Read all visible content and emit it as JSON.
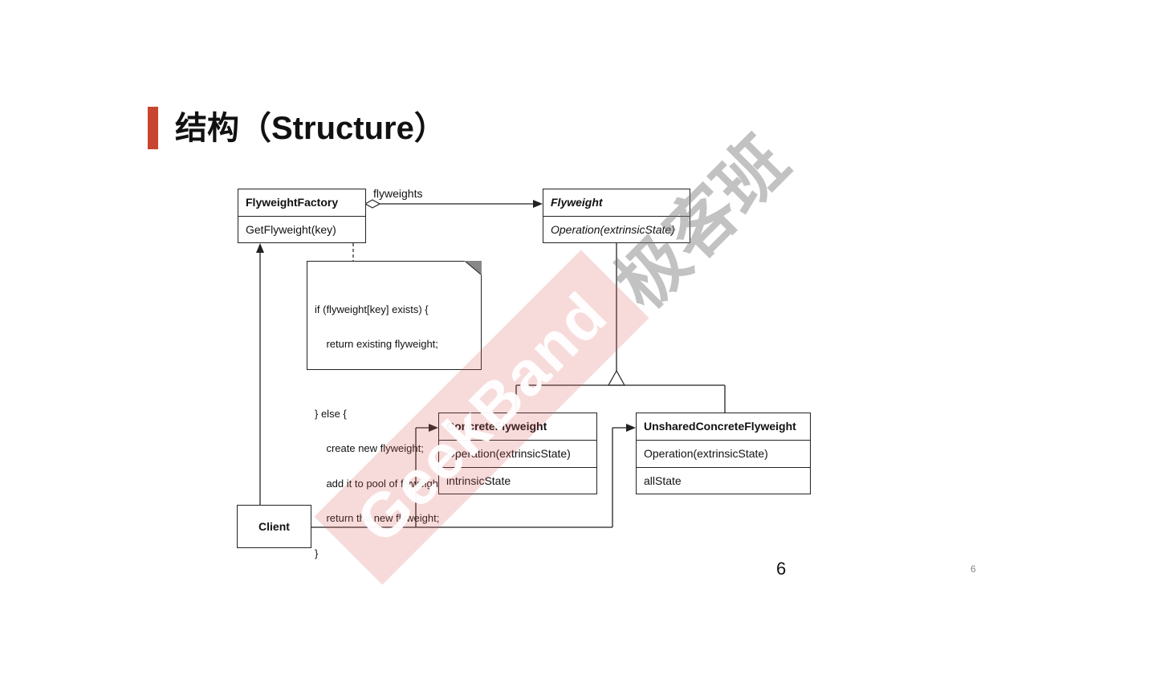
{
  "title": "结构（Structure）",
  "classes": {
    "flyweight_factory": {
      "name": "FlyweightFactory",
      "operation": "GetFlyweight(key)"
    },
    "flyweight": {
      "name": "Flyweight",
      "operation": "Operation(extrinsicState)"
    },
    "concrete_flyweight": {
      "name": "ConcreteFlyweight",
      "operation": "Operation(extrinsicState)",
      "attribute": "intrinsicState"
    },
    "unshared_concrete_flyweight": {
      "name": "UnsharedConcreteFlyweight",
      "operation": "Operation(extrinsicState)",
      "attribute": "allState"
    },
    "client": {
      "name": "Client"
    }
  },
  "association_label": "flyweights",
  "note": {
    "lines": [
      "if (flyweight[key] exists) {",
      "    return existing flyweight;",
      "",
      "} else {",
      "    create new flyweight;",
      "    add it to pool of flyweights;",
      "    return the new flyweight;",
      "}"
    ]
  },
  "watermark": {
    "latin": "GeekBand",
    "chinese": "极客班"
  },
  "page_number": "6",
  "page_number_small": "6"
}
